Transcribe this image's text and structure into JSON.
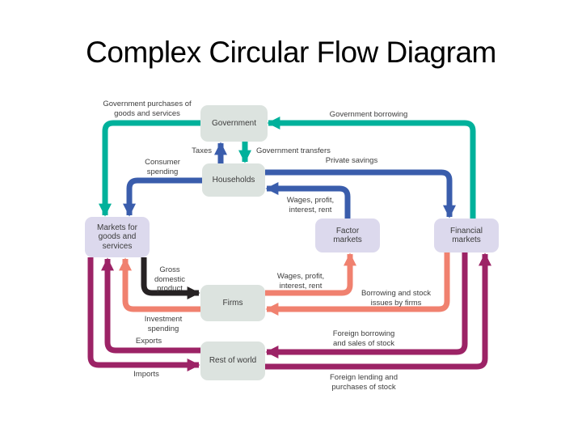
{
  "title": "Complex Circular Flow Diagram",
  "colors": {
    "teal": "#00b19b",
    "blue": "#3a5dac",
    "salmon": "#f0816f",
    "magenta": "#9c2366",
    "black": "#262223",
    "node_gray": "#dce3df",
    "node_lavender": "#dcd9ed",
    "label_text": "#3d3d3d"
  },
  "nodes": {
    "government": {
      "label": "Government"
    },
    "households": {
      "label": "Households"
    },
    "markets_goods": {
      "label": "Markets for\ngoods and\nservices"
    },
    "factor_markets": {
      "label": "Factor\nmarkets"
    },
    "financial_markets": {
      "label": "Financial\nmarkets"
    },
    "firms": {
      "label": "Firms"
    },
    "rest_of_world": {
      "label": "Rest of world"
    }
  },
  "flows": {
    "government_purchases": {
      "label": "Government purchases of\ngoods and services",
      "color": "teal",
      "from": "Government",
      "to": "Markets for goods and services"
    },
    "government_borrowing": {
      "label": "Government borrowing",
      "color": "teal",
      "from": "Financial markets",
      "to": "Government"
    },
    "government_transfers": {
      "label": "Government transfers",
      "color": "teal",
      "from": "Government",
      "to": "Households"
    },
    "taxes": {
      "label": "Taxes",
      "color": "blue",
      "from": "Households",
      "to": "Government"
    },
    "consumer_spending": {
      "label": "Consumer\nspending",
      "color": "blue",
      "from": "Households",
      "to": "Markets for goods and services"
    },
    "private_savings": {
      "label": "Private savings",
      "color": "blue",
      "from": "Households",
      "to": "Financial markets"
    },
    "wages_to_households": {
      "label": "Wages, profit,\ninterest, rent",
      "color": "blue",
      "from": "Factor markets",
      "to": "Households"
    },
    "wages_from_firms": {
      "label": "Wages, profit,\ninterest, rent",
      "color": "salmon",
      "from": "Firms",
      "to": "Factor markets"
    },
    "borrowing_by_firms": {
      "label": "Borrowing and stock\nissues by firms",
      "color": "salmon",
      "from": "Financial markets",
      "to": "Firms"
    },
    "investment_spending": {
      "label": "Investment\nspending",
      "color": "salmon",
      "from": "Firms",
      "to": "Markets for goods and services"
    },
    "gross_domestic_product": {
      "label": "Gross\ndomestic\nproduct",
      "color": "black",
      "from": "Markets for goods and services",
      "to": "Firms"
    },
    "exports": {
      "label": "Exports",
      "color": "magenta",
      "from": "Rest of world",
      "to": "Markets for goods and services"
    },
    "imports": {
      "label": "Imports",
      "color": "magenta",
      "from": "Markets for goods and services",
      "to": "Rest of world"
    },
    "foreign_borrowing": {
      "label": "Foreign borrowing\nand sales of stock",
      "color": "magenta",
      "from": "Financial markets",
      "to": "Rest of world"
    },
    "foreign_lending": {
      "label": "Foreign lending and\npurchases of stock",
      "color": "magenta",
      "from": "Rest of world",
      "to": "Financial markets"
    }
  }
}
